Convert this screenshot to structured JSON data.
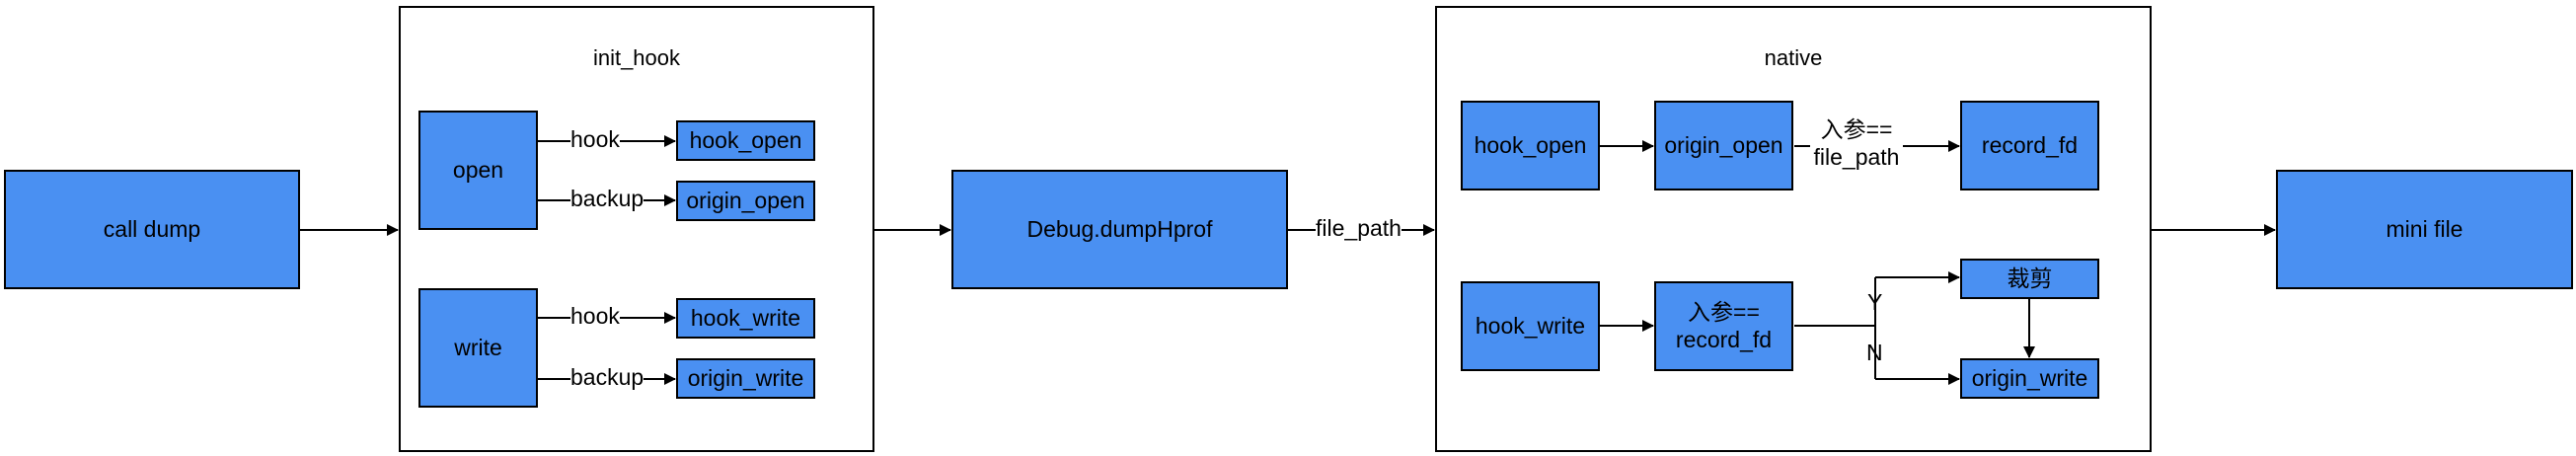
{
  "nodes": {
    "call_dump": "call dump",
    "init_hook_title": "init_hook",
    "open": "open",
    "hook_open_1": "hook_open",
    "origin_open_1": "origin_open",
    "write": "write",
    "hook_write_1": "hook_write",
    "origin_write_1": "origin_write",
    "debug_dumphprof": "Debug.dumpHprof",
    "native_title": "native",
    "hook_open_2": "hook_open",
    "origin_open_2": "origin_open",
    "record_fd": "record_fd",
    "hook_write_2": "hook_write",
    "cond_record_fd": "入参==\nrecord_fd",
    "crop": "裁剪",
    "origin_write_2": "origin_write",
    "mini_file": "mini file"
  },
  "edge_labels": {
    "open_hook": "hook",
    "open_backup": "backup",
    "write_hook": "hook",
    "write_backup": "backup",
    "file_path": "file_path",
    "param_eq_file_path": "入参==\nfile_path",
    "yes": "Y",
    "no": "N"
  }
}
